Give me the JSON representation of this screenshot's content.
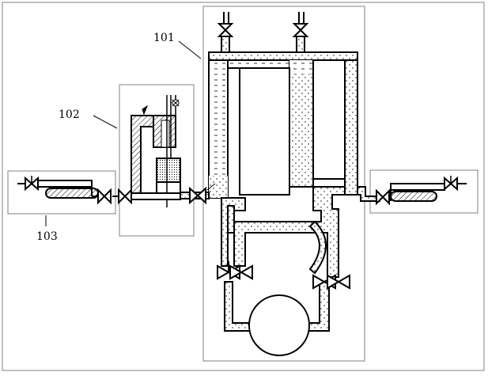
{
  "labels": {
    "label_101": "101",
    "label_102": "102",
    "label_103": "103"
  },
  "colors": {
    "line": "#000000",
    "frame": "#808080",
    "background": "#ffffff"
  }
}
